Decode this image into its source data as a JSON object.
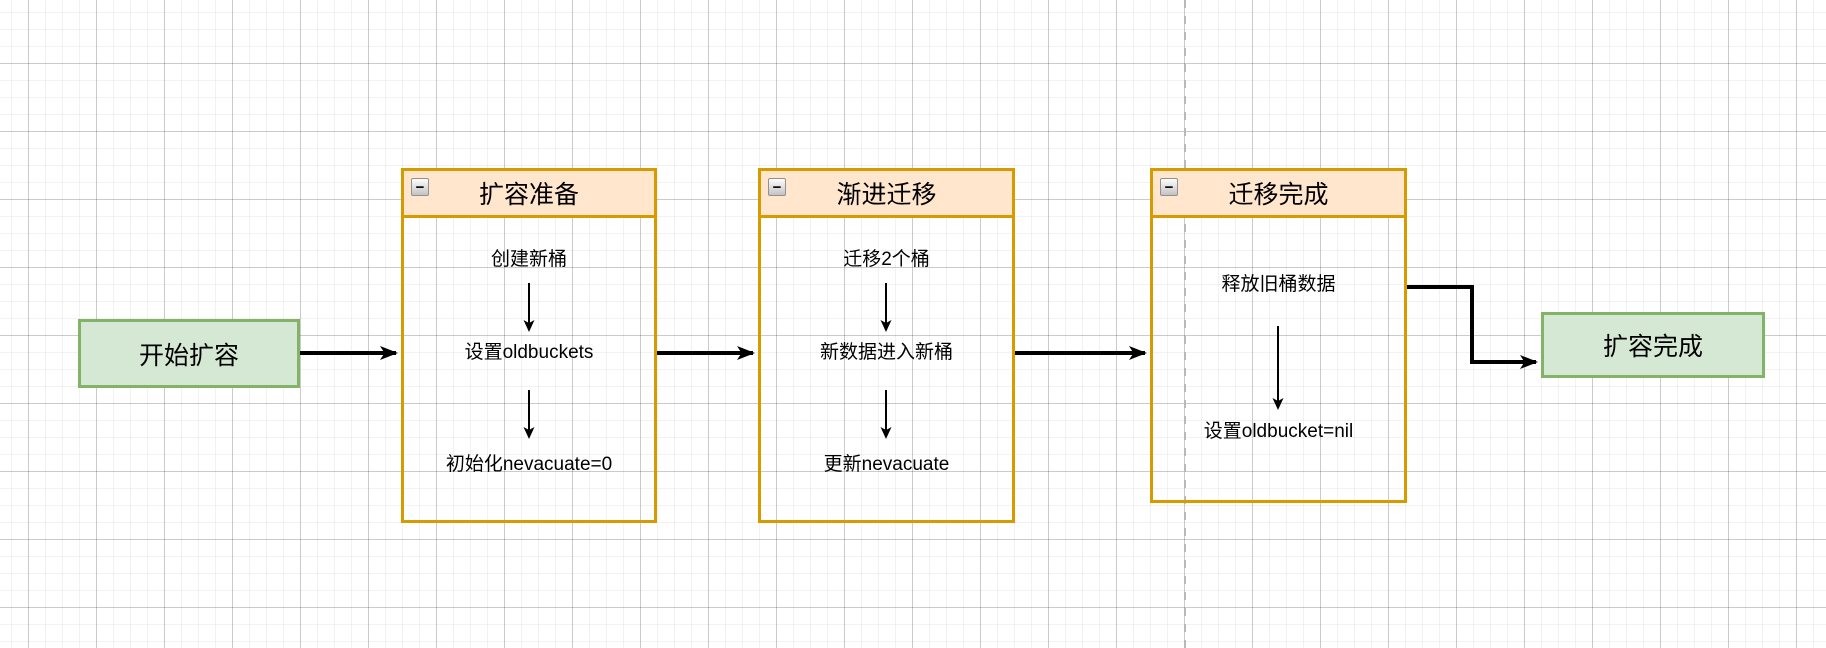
{
  "flow": {
    "start": {
      "label": "开始扩容"
    },
    "end": {
      "label": "扩容完成"
    },
    "stages": [
      {
        "title": "扩容准备",
        "steps": [
          "创建新桶",
          "设置oldbuckets",
          "初始化nevacuate=0"
        ]
      },
      {
        "title": "渐进迁移",
        "steps": [
          "迁移2个桶",
          "新数据进入新桶",
          "更新nevacuate"
        ]
      },
      {
        "title": "迁移完成",
        "steps": [
          "释放旧桶数据",
          "设置oldbucket=nil"
        ]
      }
    ]
  },
  "icons": {
    "collapse": "−"
  },
  "colors": {
    "stage_border": "#d79b00",
    "stage_header_fill": "#ffe6cc",
    "terminal_fill": "#d5e8d4",
    "terminal_border": "#82b366",
    "connector": "#000000",
    "page_divider": "#b9b9b9",
    "grid_major": "#d6d6d6",
    "grid_minor": "#f2f2f2"
  }
}
